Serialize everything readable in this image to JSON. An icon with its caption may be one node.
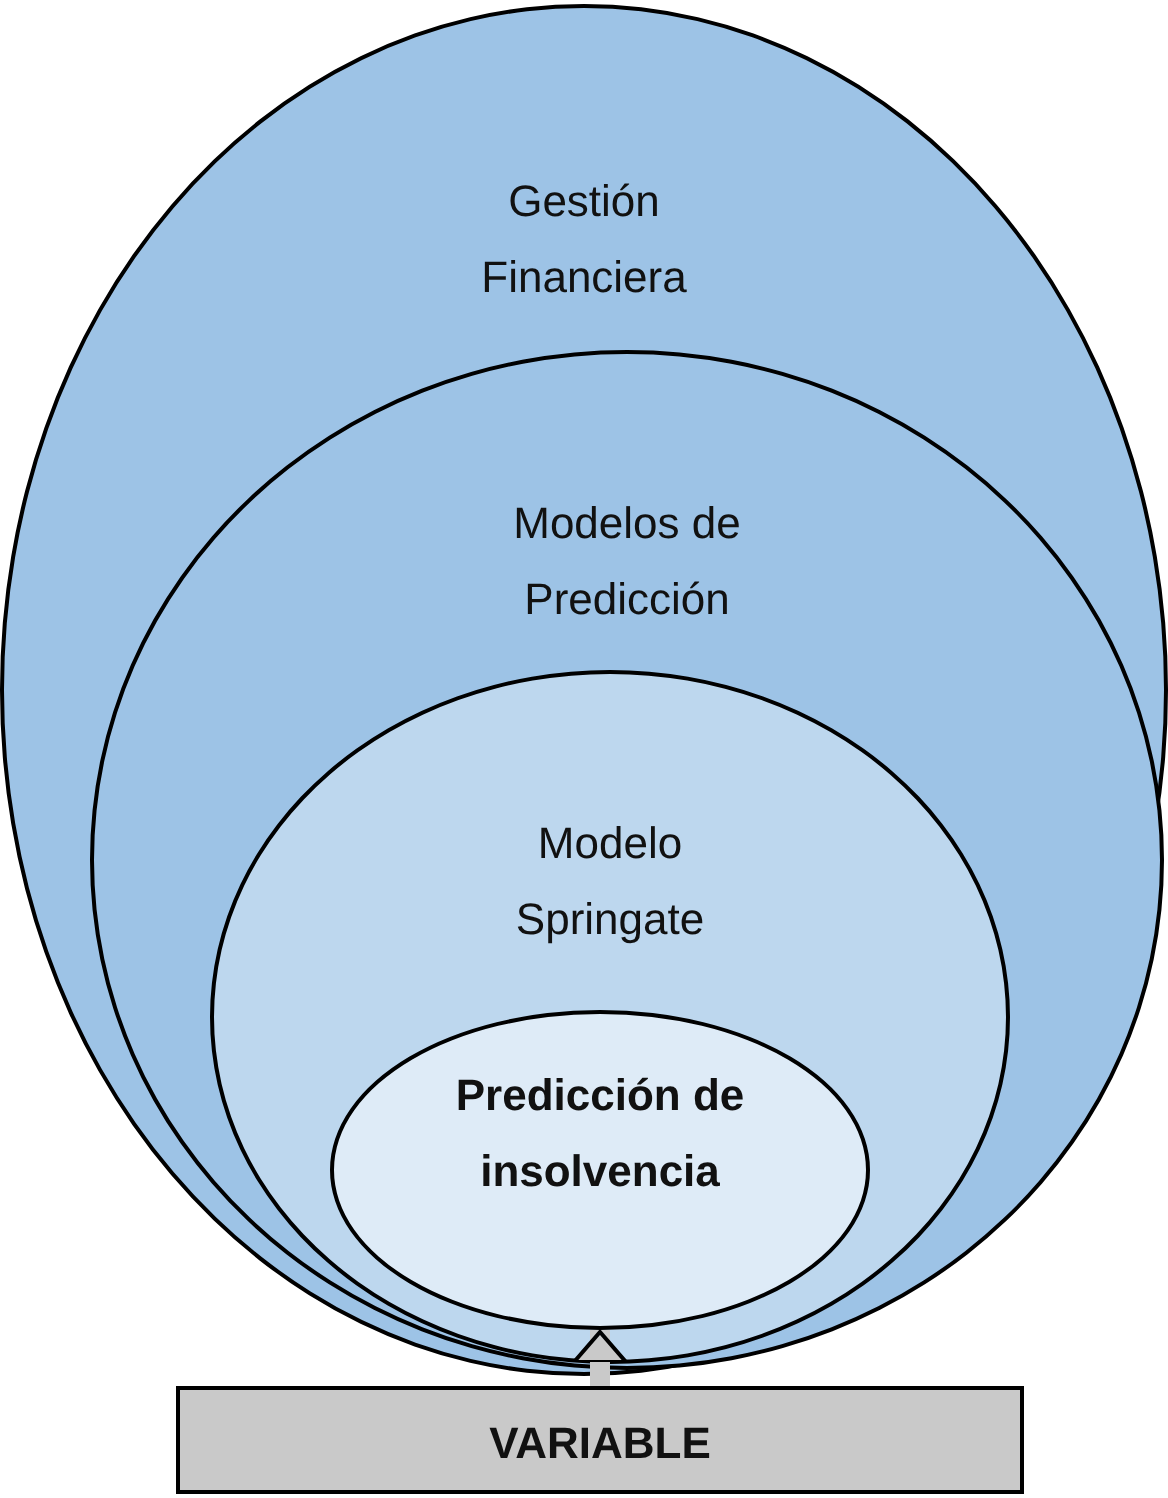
{
  "diagram": {
    "nodes": [
      {
        "text": [
          "Gestión Financiera"
        ]
      },
      {
        "text": [
          "Modelos de Predicción"
        ],
        "in": 0
      },
      {
        "text": [
          "Modelo Springate"
        ],
        "in": 1
      },
      {
        "text": [
          "Predicción de insolvencia"
        ],
        "in": 2
      },
      {
        "text": [
          "VARIABLE"
        ]
      }
    ],
    "edges": [
      {
        "from": 4,
        "to": 3,
        "arrow": "to"
      }
    ]
  }
}
